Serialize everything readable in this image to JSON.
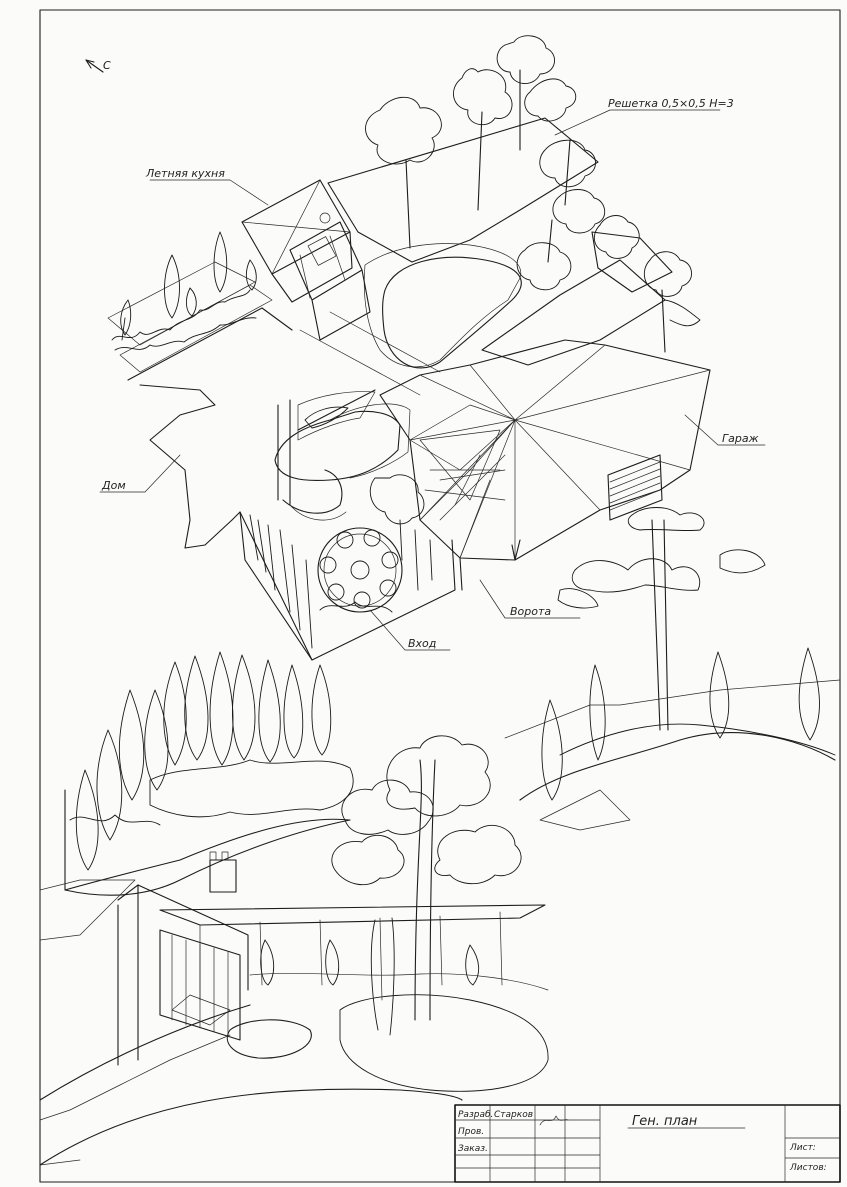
{
  "sheet": {
    "north_mark": "С",
    "labels": {
      "grid": "Решетка 0,5×0,5 Н=3",
      "summer_kitchen": "Летняя кухня",
      "house": "Дом",
      "garage": "Гараж",
      "gate": "Ворота",
      "entrance": "Вход"
    }
  },
  "title_block": {
    "title": "Ген. план",
    "row_dev_label": "Разраб.",
    "row_dev_name": "Старков",
    "row_check_label": "Пров.",
    "row_order_label": "Заказ.",
    "sheet_label": "Лист:",
    "sheets_label": "Листов:"
  },
  "colors": {
    "ink": "#1d1d1d",
    "paper": "#fbfbfa"
  }
}
